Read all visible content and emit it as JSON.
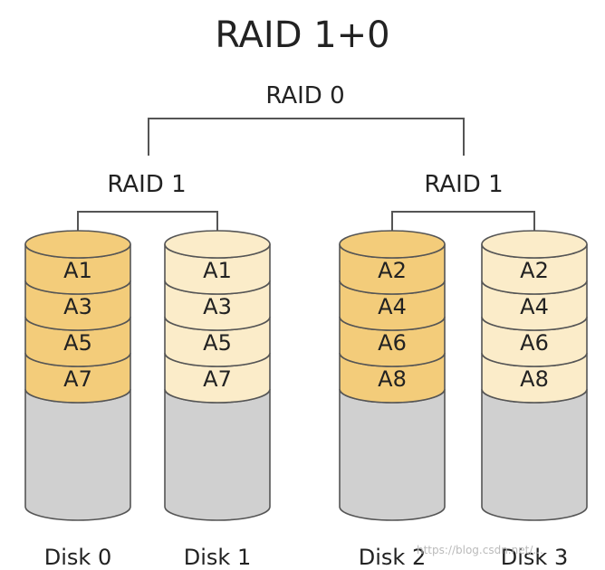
{
  "title": "RAID 1+0",
  "top_label": "RAID 0",
  "mirrors": [
    {
      "label": "RAID 1"
    },
    {
      "label": "RAID 1"
    }
  ],
  "disks": [
    {
      "label": "Disk 0",
      "blocks": [
        "A1",
        "A3",
        "A5",
        "A7"
      ],
      "fill": "#f3cc7a"
    },
    {
      "label": "Disk 1",
      "blocks": [
        "A1",
        "A3",
        "A5",
        "A7"
      ],
      "fill": "#fbecc9"
    },
    {
      "label": "Disk 2",
      "blocks": [
        "A2",
        "A4",
        "A6",
        "A8"
      ],
      "fill": "#f3cc7a"
    },
    {
      "label": "Disk 3",
      "blocks": [
        "A2",
        "A4",
        "A6",
        "A8"
      ],
      "fill": "#fbecc9"
    }
  ],
  "watermark": "https://blog.csdn.net/...",
  "colors": {
    "stroke": "#555555",
    "empty_fill": "#d0d0d0",
    "text": "#222222"
  }
}
